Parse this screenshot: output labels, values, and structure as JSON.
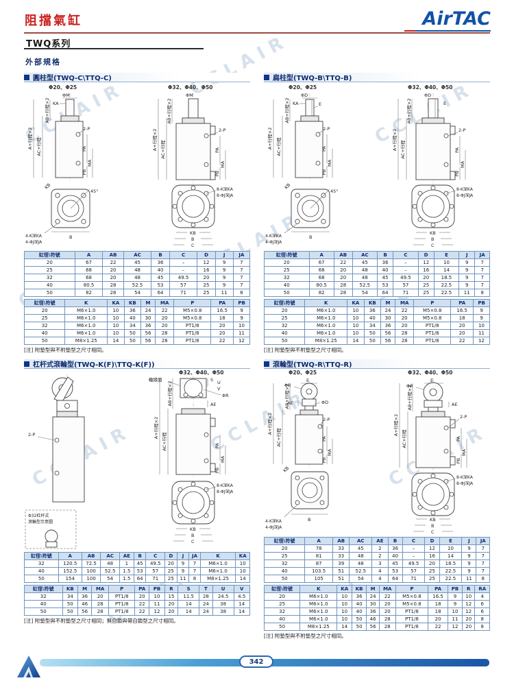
{
  "page": {
    "title": "阻擋氣缸",
    "series": "TWQ系列",
    "spec_label": "外部規格",
    "brand": "AirTAC",
    "page_number": "342",
    "watermark": "CCLAIR"
  },
  "dim_labels": {
    "phiM": "ΦM",
    "phiD": "ΦD",
    "phiR": "ΦR",
    "e": "E",
    "ae": "AE",
    "ka": "KA",
    "kb": "KB",
    "b": "B",
    "c": "C",
    "a_st": "A+行程×2",
    "ac_st": "AC+行程",
    "ab_st": "AB+行程×2",
    "p2": "2-P",
    "pa": "PA",
    "ma": "MA",
    "pb": "PB",
    "deg45": "45°",
    "k4": "4-K深KA",
    "j4": "4-ΦJ深JA",
    "k8": "8-K深KA",
    "j8": "8-ΦJ深JA",
    "s": "S",
    "u": "U",
    "v": "V",
    "roller_face": "輪緣面"
  },
  "sections": [
    {
      "title": "圓柱型(TWQ-C\\TTQ-C)",
      "sizes": [
        "Φ20、Φ25",
        "Φ32、Φ40、Φ50"
      ],
      "table1": {
        "headers": [
          "缸徑\\符號",
          "A",
          "AB",
          "AC",
          "B",
          "C",
          "D",
          "J",
          "JA"
        ],
        "rows": [
          [
            "20",
            "67",
            "22",
            "45",
            "36",
            "–",
            "12",
            "9",
            "7"
          ],
          [
            "25",
            "68",
            "20",
            "48",
            "40",
            "–",
            "16",
            "9",
            "7"
          ],
          [
            "32",
            "68",
            "20",
            "48",
            "45",
            "49.5",
            "20",
            "9",
            "7"
          ],
          [
            "40",
            "80.5",
            "28",
            "52.5",
            "53",
            "57",
            "25",
            "9",
            "7"
          ],
          [
            "50",
            "82",
            "28",
            "54",
            "64",
            "71",
            "25",
            "11",
            "8"
          ]
        ]
      },
      "table2": {
        "headers": [
          "缸徑\\符號",
          "K",
          "KA",
          "KB",
          "M",
          "MA",
          "P",
          "PA",
          "PB"
        ],
        "rows": [
          [
            "20",
            "M6×1.0",
            "10",
            "36",
            "24",
            "22",
            "M5×0.8",
            "16.5",
            "9"
          ],
          [
            "25",
            "M6×1.0",
            "10",
            "40",
            "30",
            "20",
            "M5×0.8",
            "18",
            "9"
          ],
          [
            "32",
            "M6×1.0",
            "10",
            "34",
            "36",
            "20",
            "PT1/8",
            "20",
            "10"
          ],
          [
            "40",
            "M6×1.0",
            "10",
            "50",
            "56",
            "28",
            "PT1/8",
            "20",
            "11"
          ],
          [
            "50",
            "M8×1.25",
            "14",
            "50",
            "56",
            "28",
            "PT1/8",
            "22",
            "12"
          ]
        ]
      },
      "note": "[注] 附墊型與不附墊型之尺寸相同。"
    },
    {
      "title": "扁柱型(TWQ-B\\TTQ-B)",
      "sizes": [
        "Φ20、Φ25",
        "Φ32、Φ40、Φ50"
      ],
      "table1": {
        "headers": [
          "缸徑\\符號",
          "A",
          "AB",
          "AC",
          "B",
          "C",
          "D",
          "E",
          "J",
          "JA"
        ],
        "rows": [
          [
            "20",
            "67",
            "22",
            "45",
            "36",
            "–",
            "12",
            "10",
            "9",
            "7"
          ],
          [
            "25",
            "68",
            "20",
            "48",
            "40",
            "–",
            "16",
            "14",
            "9",
            "7"
          ],
          [
            "32",
            "68",
            "20",
            "48",
            "45",
            "49.5",
            "20",
            "18.5",
            "9",
            "7"
          ],
          [
            "40",
            "80.5",
            "28",
            "52.5",
            "53",
            "57",
            "25",
            "22.5",
            "9",
            "7"
          ],
          [
            "50",
            "82",
            "28",
            "54",
            "64",
            "71",
            "25",
            "22.5",
            "11",
            "8"
          ]
        ]
      },
      "table2": {
        "headers": [
          "缸徑\\符號",
          "K",
          "KA",
          "KB",
          "M",
          "MA",
          "P",
          "PA",
          "PB"
        ],
        "rows": [
          [
            "20",
            "M6×1.0",
            "10",
            "36",
            "24",
            "22",
            "M5×0.8",
            "16.5",
            "9"
          ],
          [
            "25",
            "M6×1.0",
            "10",
            "40",
            "30",
            "20",
            "M5×0.8",
            "18",
            "9"
          ],
          [
            "32",
            "M6×1.0",
            "10",
            "34",
            "36",
            "20",
            "PT1/8",
            "20",
            "10"
          ],
          [
            "40",
            "M6×1.0",
            "10",
            "50",
            "56",
            "28",
            "PT1/8",
            "20",
            "11"
          ],
          [
            "50",
            "M8×1.25",
            "14",
            "50",
            "56",
            "28",
            "PT1/8",
            "22",
            "12"
          ]
        ]
      },
      "note": "[注] 附墊型與不附墊型之尺寸相同。"
    },
    {
      "title": "杠杆式滾輪型(TWQ-K(F)\\TTQ-K(F))",
      "sizes": [
        "Φ32、Φ40、Φ50"
      ],
      "inset": [
        "Φ32杠杆式",
        "滾輪型示意圖"
      ],
      "table1": {
        "headers": [
          "缸徑\\符號",
          "A",
          "AB",
          "AC",
          "AE",
          "B",
          "C",
          "D",
          "J",
          "JA",
          "K",
          "KA"
        ],
        "rows": [
          [
            "32",
            "120.5",
            "72.5",
            "48",
            "1",
            "45",
            "49.5",
            "20",
            "9",
            "7",
            "M6×1.0",
            "10"
          ],
          [
            "40",
            "152.5",
            "100",
            "52.5",
            "1.5",
            "53",
            "57",
            "25",
            "9",
            "7",
            "M6×1.0",
            "10"
          ],
          [
            "50",
            "154",
            "100",
            "54",
            "1.5",
            "64",
            "71",
            "25",
            "11",
            "8",
            "M8×1.25",
            "14"
          ]
        ]
      },
      "table2": {
        "headers": [
          "缸徑\\符號",
          "KB",
          "M",
          "MA",
          "P",
          "PA",
          "PB",
          "R",
          "S",
          "T",
          "U",
          "V"
        ],
        "rows": [
          [
            "32",
            "34",
            "36",
            "20",
            "PT1/8",
            "20",
            "10",
            "15",
            "11.5",
            "28",
            "24.5",
            "4.5"
          ],
          [
            "40",
            "50",
            "46",
            "28",
            "PT1/8",
            "22",
            "11",
            "20",
            "14",
            "24",
            "38",
            "14"
          ],
          [
            "50",
            "50",
            "56",
            "28",
            "PT1/8",
            "22",
            "12",
            "20",
            "14",
            "24",
            "38",
            "14"
          ]
        ]
      },
      "note": "[注] 附墊型與不附墊型之尺寸相同；無自鎖與帶自鎖型之尺寸相同。"
    },
    {
      "title": "滾輪型(TWQ-R\\TTQ-R)",
      "sizes": [
        "Φ20、Φ25",
        "Φ32、Φ40、Φ50"
      ],
      "table1": {
        "headers": [
          "缸徑\\符號",
          "A",
          "AB",
          "AC",
          "AE",
          "B",
          "C",
          "D",
          "E",
          "J",
          "JA"
        ],
        "rows": [
          [
            "20",
            "78",
            "33",
            "45",
            "2",
            "36",
            "–",
            "12",
            "10",
            "9",
            "7"
          ],
          [
            "25",
            "81",
            "33",
            "48",
            "2",
            "40",
            "–",
            "16",
            "14",
            "9",
            "7"
          ],
          [
            "32",
            "87",
            "39",
            "48",
            "3",
            "45",
            "49.5",
            "20",
            "18.5",
            "9",
            "7"
          ],
          [
            "40",
            "103.5",
            "51",
            "52.5",
            "4",
            "53",
            "57",
            "25",
            "22.5",
            "9",
            "7"
          ],
          [
            "50",
            "105",
            "51",
            "54",
            "4",
            "64",
            "71",
            "25",
            "22.5",
            "11",
            "8"
          ]
        ]
      },
      "table2": {
        "headers": [
          "缸徑\\符號",
          "K",
          "KA",
          "KB",
          "M",
          "MA",
          "P",
          "PA",
          "PB",
          "R",
          "RA"
        ],
        "rows": [
          [
            "20",
            "M6×1.0",
            "10",
            "36",
            "24",
            "22",
            "M5×0.8",
            "16.5",
            "9",
            "10",
            "4"
          ],
          [
            "25",
            "M6×1.0",
            "10",
            "40",
            "30",
            "20",
            "M5×0.8",
            "18",
            "9",
            "12",
            "6"
          ],
          [
            "32",
            "M6×1.0",
            "10",
            "40",
            "36",
            "20",
            "PT1/8",
            "18",
            "10",
            "12",
            "6"
          ],
          [
            "40",
            "M6×1.0",
            "10",
            "50",
            "46",
            "28",
            "PT1/8",
            "20",
            "11",
            "20",
            "8"
          ],
          [
            "50",
            "M8×1.25",
            "14",
            "50",
            "56",
            "28",
            "PT1/8",
            "22",
            "12",
            "20",
            "8"
          ]
        ]
      },
      "note": "[注] 附墊型與不附墊型之尺寸相同。"
    }
  ]
}
